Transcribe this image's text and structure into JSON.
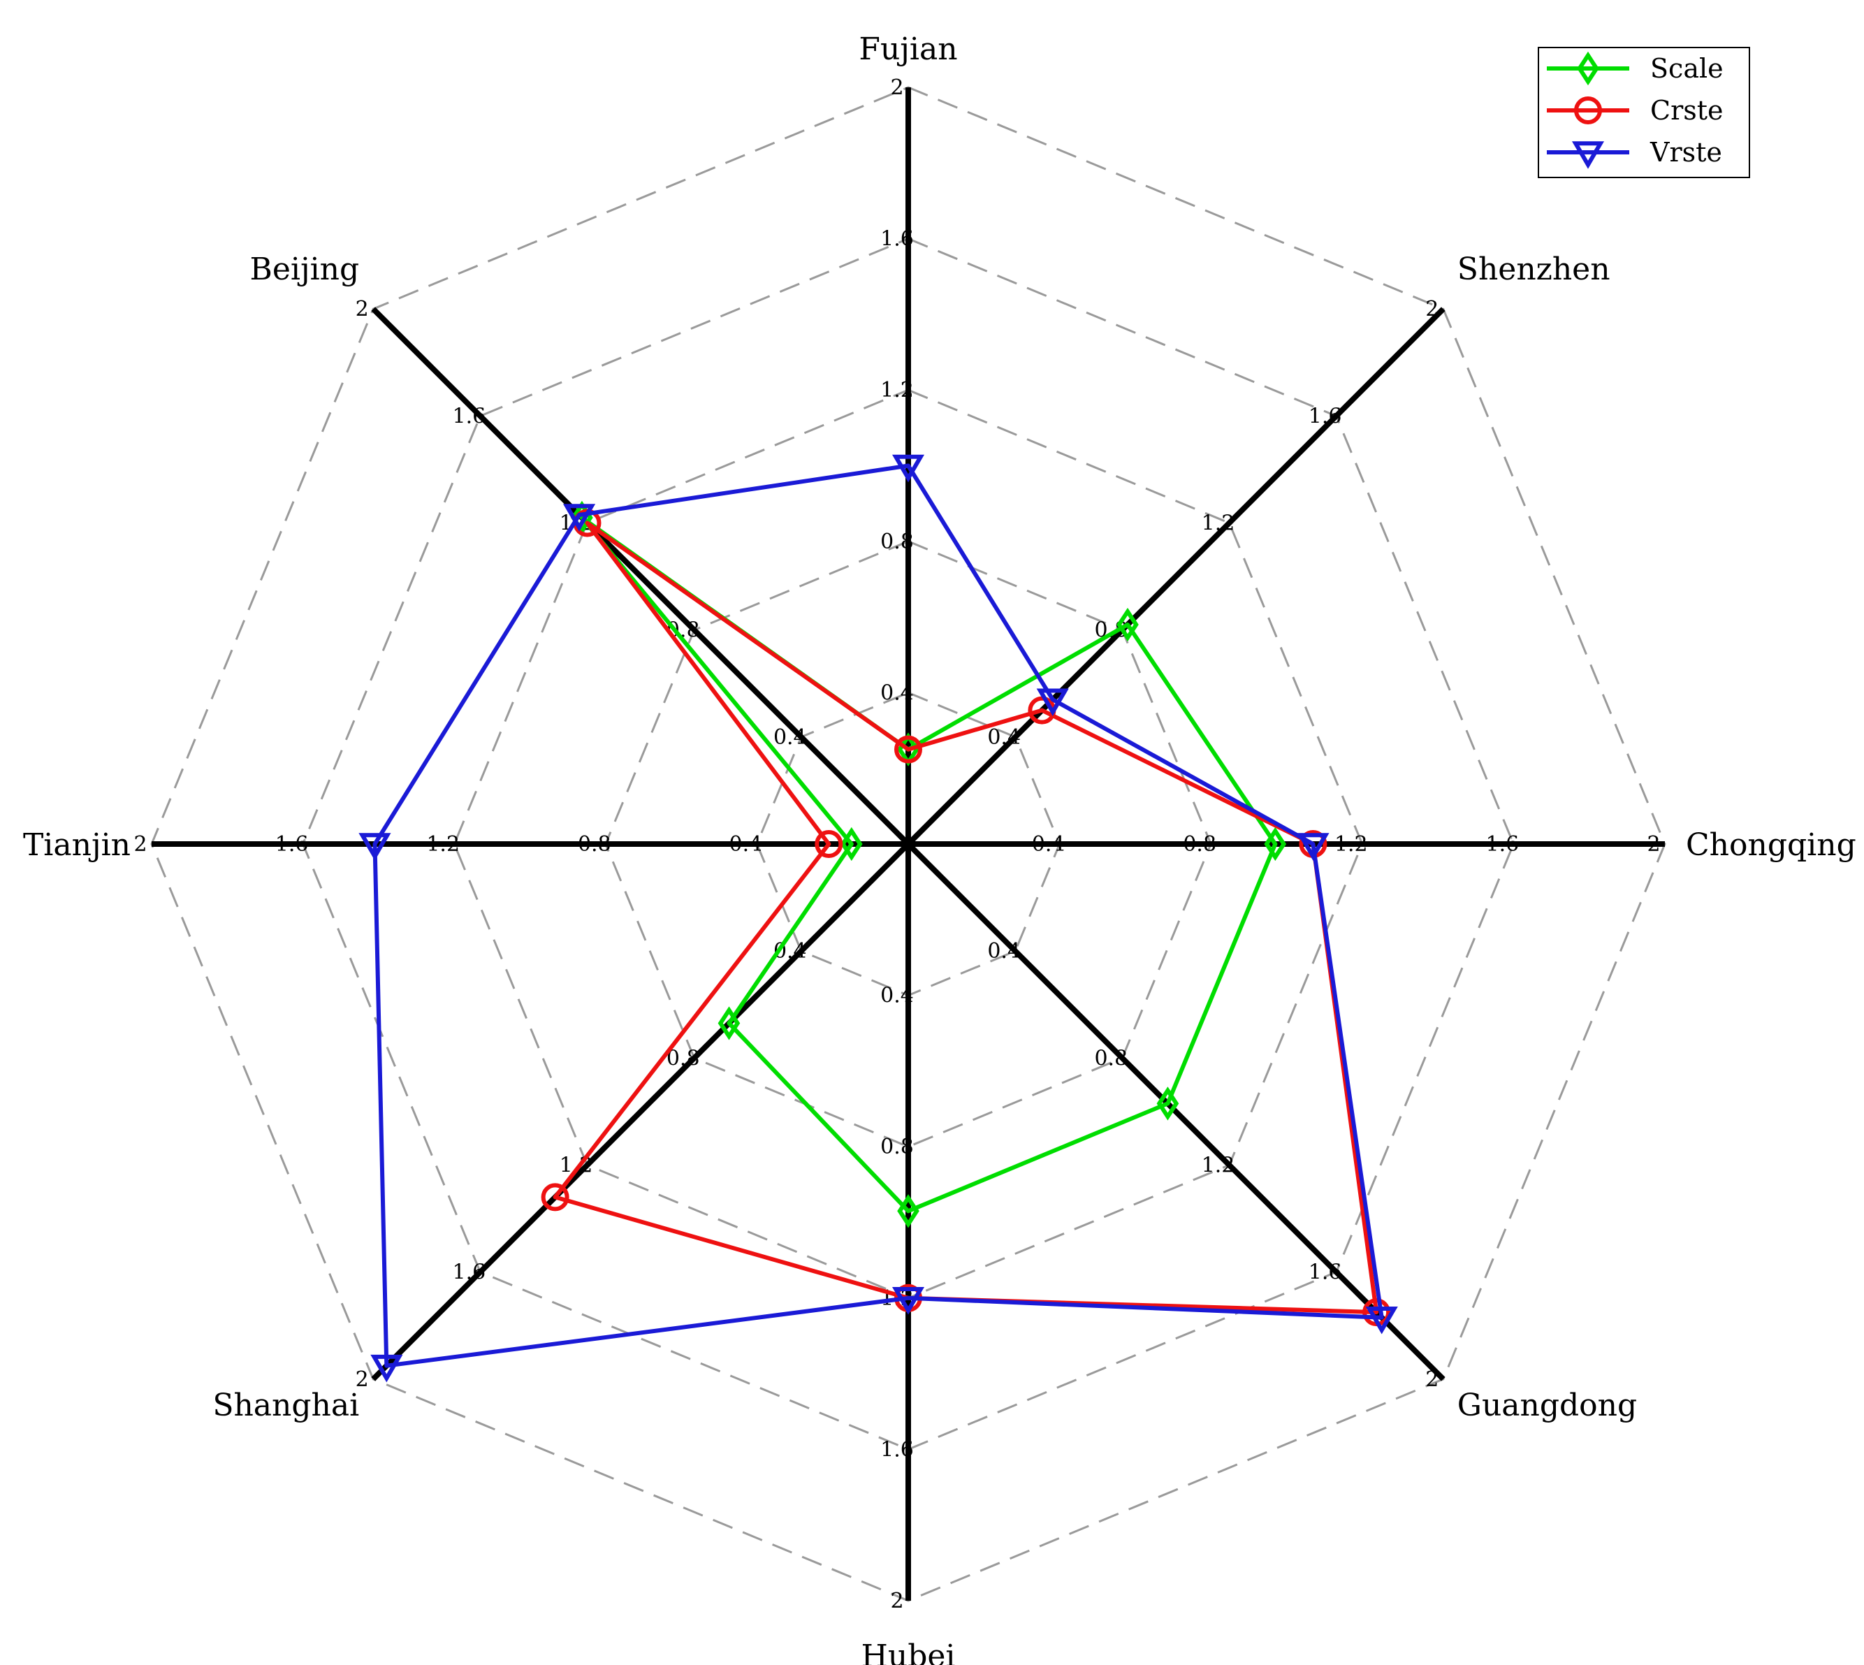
{
  "chart_data": {
    "type": "radar",
    "axes": [
      "Fujian",
      "Shenzhen",
      "Chongqing",
      "Guangdong",
      "Hubei",
      "Shanghai",
      "Tianjin",
      "Beijing"
    ],
    "rmax": 2,
    "ticks": [
      0.4,
      0.8,
      1.2,
      1.6,
      2
    ],
    "tick_labels": [
      "0.4",
      "0.8",
      "1.2",
      "1.6",
      "2"
    ],
    "grid": "dashed",
    "legend_position": "top-right",
    "series": [
      {
        "name": "Scale",
        "color": "#00dd00",
        "marker": "diamond",
        "values": [
          0.25,
          0.82,
          0.97,
          0.97,
          0.97,
          0.67,
          0.15,
          1.22
        ]
      },
      {
        "name": "Crste",
        "color": "#ee1111",
        "marker": "circle",
        "values": [
          0.25,
          0.5,
          1.07,
          1.75,
          1.2,
          1.32,
          0.21,
          1.2
        ]
      },
      {
        "name": "Vrste",
        "color": "#1a1ad6",
        "marker": "triangle-down",
        "values": [
          1.0,
          0.54,
          1.07,
          1.77,
          1.2,
          1.95,
          1.41,
          1.23
        ]
      }
    ]
  }
}
